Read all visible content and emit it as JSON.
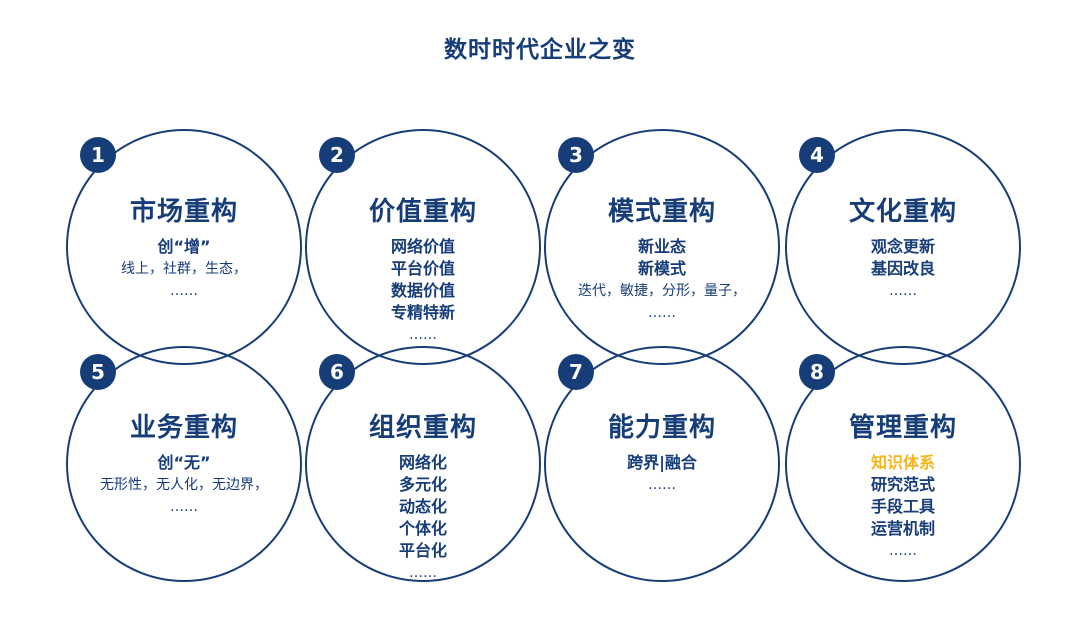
{
  "title": "数时时代企业之变",
  "colors": {
    "primary": "#173d79",
    "highlight": "#f3b51b",
    "background": "#ffffff"
  },
  "items": [
    {
      "number": "1",
      "heading": "市场重构",
      "lines": [
        {
          "text": "创“增”",
          "style": "bold"
        },
        {
          "text": "线上，社群，生态，",
          "style": "normal"
        },
        {
          "text": "……",
          "style": "normal"
        }
      ]
    },
    {
      "number": "2",
      "heading": "价值重构",
      "lines": [
        {
          "text": "网络价值",
          "style": "bold"
        },
        {
          "text": "平台价值",
          "style": "bold"
        },
        {
          "text": "数据价值",
          "style": "bold"
        },
        {
          "text": "专精特新",
          "style": "bold"
        },
        {
          "text": "……",
          "style": "normal"
        }
      ]
    },
    {
      "number": "3",
      "heading": "模式重构",
      "lines": [
        {
          "text": "新业态",
          "style": "bold"
        },
        {
          "text": "新模式",
          "style": "bold"
        },
        {
          "text": "迭代，敏捷，分形，量子，",
          "style": "normal"
        },
        {
          "text": "……",
          "style": "normal"
        }
      ]
    },
    {
      "number": "4",
      "heading": "文化重构",
      "lines": [
        {
          "text": "观念更新",
          "style": "bold"
        },
        {
          "text": "基因改良",
          "style": "bold"
        },
        {
          "text": "……",
          "style": "normal"
        }
      ]
    },
    {
      "number": "5",
      "heading": "业务重构",
      "lines": [
        {
          "text": "创“无”",
          "style": "bold"
        },
        {
          "text": "无形性，无人化，无边界，",
          "style": "normal"
        },
        {
          "text": "……",
          "style": "normal"
        }
      ]
    },
    {
      "number": "6",
      "heading": "组织重构",
      "lines": [
        {
          "text": "网络化",
          "style": "bold"
        },
        {
          "text": "多元化",
          "style": "bold"
        },
        {
          "text": "动态化",
          "style": "bold"
        },
        {
          "text": "个体化",
          "style": "bold"
        },
        {
          "text": "平台化",
          "style": "bold"
        },
        {
          "text": "……",
          "style": "normal"
        }
      ]
    },
    {
      "number": "7",
      "heading": "能力重构",
      "lines": [
        {
          "text": "跨界|融合",
          "style": "bold"
        },
        {
          "text": "……",
          "style": "normal"
        }
      ]
    },
    {
      "number": "8",
      "heading": "管理重构",
      "lines": [
        {
          "text": "知识体系",
          "style": "highlight"
        },
        {
          "text": "研究范式",
          "style": "bold"
        },
        {
          "text": "手段工具",
          "style": "bold"
        },
        {
          "text": "运营机制",
          "style": "bold"
        },
        {
          "text": "……",
          "style": "normal"
        }
      ]
    }
  ]
}
